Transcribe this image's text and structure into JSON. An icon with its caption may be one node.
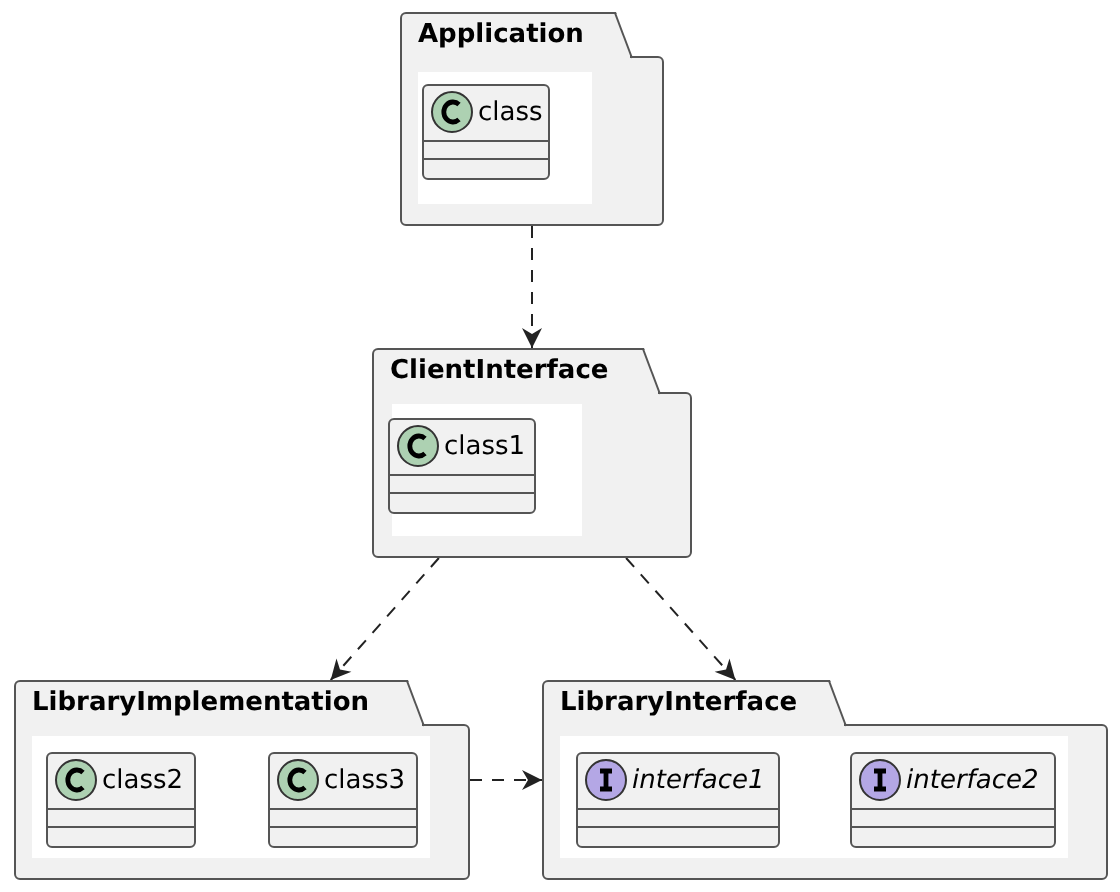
{
  "diagram": {
    "nodes": [
      {
        "text": [
          "Application"
        ]
      },
      {
        "text": [
          "class"
        ],
        "in": 0
      },
      {
        "text": [
          "ClientInterface"
        ]
      },
      {
        "text": [
          "class1"
        ],
        "in": 2
      },
      {
        "text": [
          "LibraryImplementation"
        ]
      },
      {
        "text": [
          "class2"
        ],
        "in": 4
      },
      {
        "text": [
          "class3"
        ],
        "in": 4
      },
      {
        "text": [
          "LibraryInterface"
        ]
      },
      {
        "text": [
          "interface1"
        ],
        "in": 7
      },
      {
        "text": [
          "interface2"
        ],
        "in": 7
      }
    ],
    "edges": [
      {
        "from": 0,
        "to": 2,
        "arrow": "to",
        "style": "dashed"
      },
      {
        "from": 2,
        "to": 4,
        "arrow": "to",
        "style": "dashed"
      },
      {
        "from": 2,
        "to": 7,
        "arrow": "to",
        "style": "dashed"
      },
      {
        "from": 4,
        "to": 7,
        "arrow": "to",
        "style": "dashed"
      }
    ]
  }
}
